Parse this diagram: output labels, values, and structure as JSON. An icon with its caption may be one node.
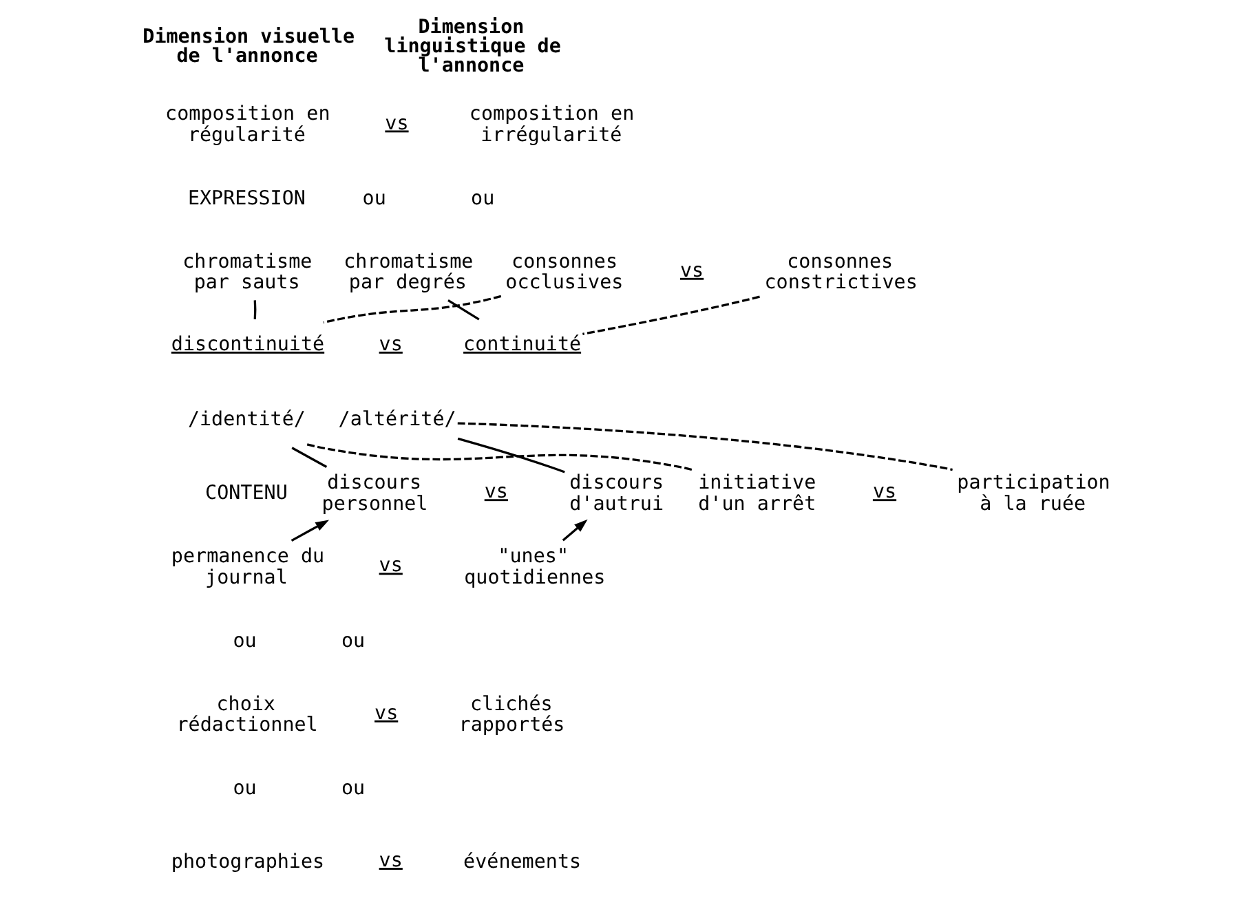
{
  "diagram": {
    "nodes": [
      {
        "text": [
          "chromatisme par sauts"
        ]
      },
      {
        "text": [
          "chromatisme par degrés"
        ]
      },
      {
        "text": [
          "consonnes occlusives"
        ]
      },
      {
        "text": [
          "consonnes constrictives"
        ]
      },
      {
        "text": [
          "discontinuité"
        ]
      },
      {
        "text": [
          "continuité"
        ]
      },
      {
        "text": [
          "/identité/"
        ]
      },
      {
        "text": [
          "/altérité/"
        ]
      },
      {
        "text": [
          "discours personnel"
        ]
      },
      {
        "text": [
          "discours d'autrui"
        ]
      },
      {
        "text": [
          "initiative d'un arrêt"
        ]
      },
      {
        "text": [
          "participation à la ruée"
        ]
      },
      {
        "text": [
          "permanence du journal"
        ]
      },
      {
        "text": [
          "\"unes\" quotidiennes"
        ]
      }
    ],
    "edges": [
      {
        "from": 0,
        "to": 4,
        "arrow": "none"
      },
      {
        "from": 1,
        "to": 5,
        "arrow": "none"
      },
      {
        "from": 2,
        "to": 4,
        "arrow": "none",
        "style": "dashed"
      },
      {
        "from": 3,
        "to": 5,
        "arrow": "none",
        "style": "dashed"
      },
      {
        "from": 6,
        "to": 8,
        "arrow": "none"
      },
      {
        "from": 7,
        "to": 9,
        "arrow": "none"
      },
      {
        "from": 6,
        "to": 10,
        "arrow": "none",
        "style": "dashed"
      },
      {
        "from": 7,
        "to": 11,
        "arrow": "none",
        "style": "dashed"
      },
      {
        "from": 12,
        "to": 8,
        "arrow": "to"
      },
      {
        "from": 13,
        "to": 9,
        "arrow": "to"
      }
    ],
    "labels": [
      "Dimension visuelle de l'annonce",
      "Dimension linguistique de l'annonce",
      "EXPRESSION",
      "composition en régularité",
      "vs",
      "composition en irrégularité",
      "ou",
      "ou",
      "vs",
      "vs",
      "CONTENU",
      "vs",
      "vs",
      "vs",
      "ou",
      "ou",
      "choix rédactionnel",
      "vs",
      "clichés rapportés",
      "ou",
      "ou",
      "photographies",
      "vs",
      "événements"
    ]
  }
}
